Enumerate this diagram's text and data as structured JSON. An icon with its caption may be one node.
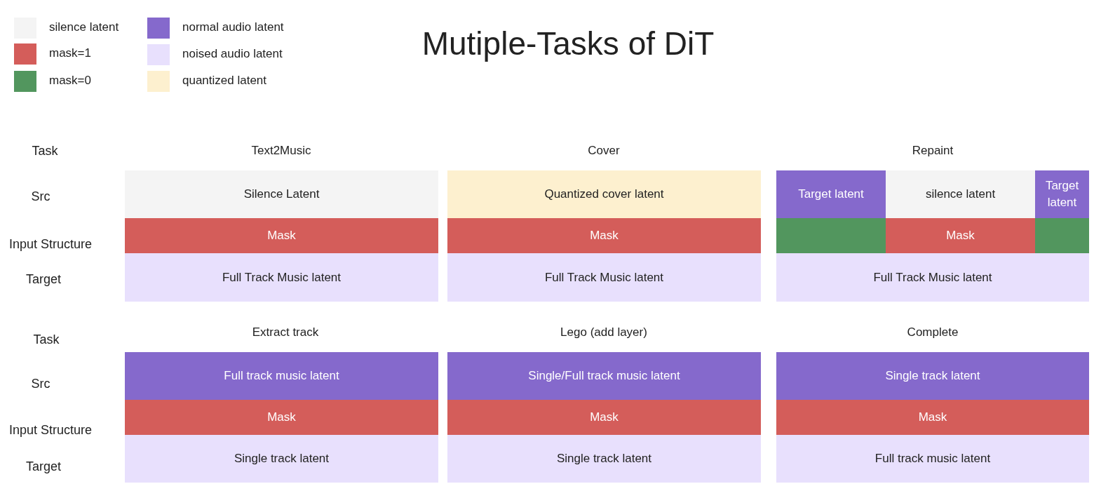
{
  "diagram": {
    "title": "Mutiple-Tasks of DiT",
    "nodes": [
      {
        "text": [
          "Silence Latent"
        ]
      },
      {
        "text": [
          "Quantized cover latent"
        ]
      },
      {
        "text": [
          "Target latent"
        ]
      },
      {
        "text": [
          "silence latent"
        ]
      },
      {
        "text": [
          "Target latent"
        ]
      },
      {
        "text": [
          "Mask"
        ]
      },
      {
        "text": [
          "Mask"
        ]
      },
      {
        "text": [],
        "shape": "box"
      },
      {
        "text": [
          "Mask"
        ]
      },
      {
        "text": [],
        "shape": "box"
      },
      {
        "text": [
          "Full Track Music latent"
        ]
      },
      {
        "text": [
          "Full Track Music latent"
        ]
      },
      {
        "text": [
          "Full Track Music latent"
        ]
      },
      {
        "text": [
          "Full track music latent"
        ]
      },
      {
        "text": [
          "Single/Full track music latent"
        ]
      },
      {
        "text": [
          "Single track latent"
        ]
      },
      {
        "text": [
          "Mask"
        ]
      },
      {
        "text": [
          "Mask"
        ]
      },
      {
        "text": [
          "Mask"
        ]
      },
      {
        "text": [
          "Single track latent"
        ]
      },
      {
        "text": [
          "Single track latent"
        ]
      },
      {
        "text": [
          "Full track music latent"
        ]
      }
    ],
    "edges": [],
    "labels": [
      "Task",
      "Text2Music",
      "Cover",
      "Repaint",
      "Src",
      "Input Structure",
      "Target",
      "Task",
      "Extract track",
      "Lego (add layer)",
      "Complete",
      "Src",
      "Input Structure",
      "Target"
    ],
    "legend": [
      {
        "text": "silence latent",
        "color": "#f4f4f4"
      },
      {
        "text": "mask=1",
        "color": "#d45d5a"
      },
      {
        "text": "mask=0",
        "color": "#52965e"
      },
      {
        "text": "normal audio latent",
        "color": "#8569cc"
      },
      {
        "text": "noised audio latent",
        "color": "#e8e0fd"
      },
      {
        "text": "quantized latent",
        "color": "#fdf0cf"
      }
    ]
  }
}
